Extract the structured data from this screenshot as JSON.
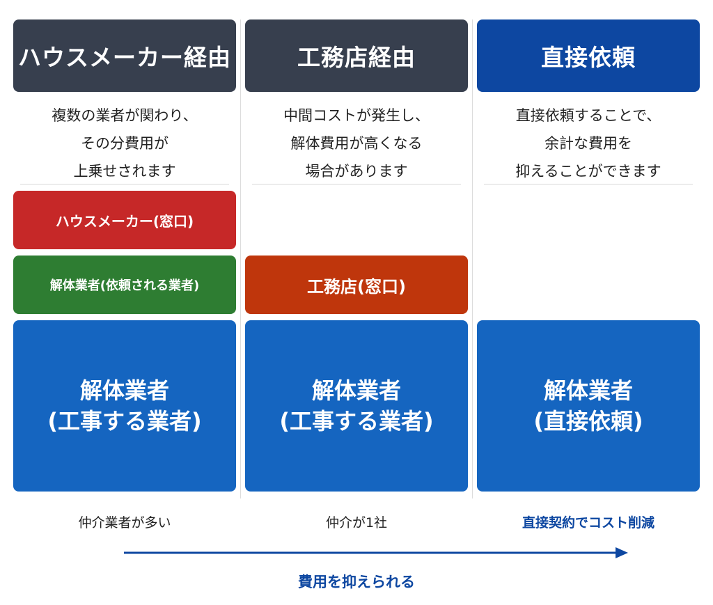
{
  "columns": [
    {
      "header": "ハウスメーカー経由",
      "description": [
        "複数の業者が関わり、",
        "その分費用が",
        "上乗せされます"
      ],
      "intermediaries": [
        "ハウスメーカー(窓口)",
        "解体業者(依頼される業者)"
      ],
      "contractor": [
        "解体業者",
        "(工事する業者)"
      ],
      "footer": "仲介業者が多い"
    },
    {
      "header": "工務店経由",
      "description": [
        "中間コストが発生し、",
        "解体費用が高くなる",
        "場合があります"
      ],
      "intermediaries": [
        "工務店(窓口)"
      ],
      "contractor": [
        "解体業者",
        "(工事する業者)"
      ],
      "footer": "仲介が1社"
    },
    {
      "header": "直接依頼",
      "description": [
        "直接依頼することで、",
        "余計な費用を",
        "抑えることができます"
      ],
      "intermediaries": [],
      "contractor": [
        "解体業者",
        "(直接依頼)"
      ],
      "footer": "直接契約でコスト削減"
    }
  ],
  "arrow_label": "費用を抑えられる",
  "colors": {
    "header_dark": "#373f4e",
    "header_blue": "#0d47a1",
    "house_maker": "#c62828",
    "subcontractor": "#2e7d32",
    "builder": "#bf360c",
    "contractor": "#1565c0",
    "accent": "#0d47a1"
  }
}
